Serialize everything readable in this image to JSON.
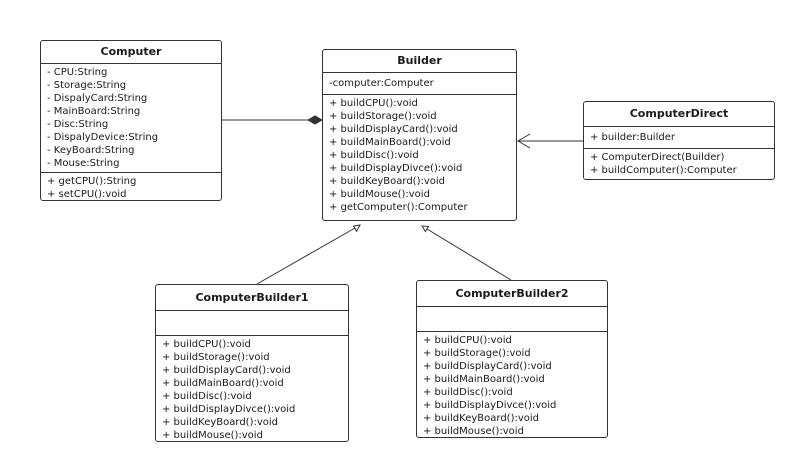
{
  "classes": {
    "computer": {
      "name": "Computer",
      "attributes": [
        "- CPU:String",
        "- Storage:String",
        "- DispalyCard:String",
        "- MainBoard:String",
        "- Disc:String",
        "- DispalyDevice:String",
        "- KeyBoard:String",
        "- Mouse:String"
      ],
      "methods": [
        "+ getCPU():String",
        "+ setCPU():void"
      ]
    },
    "builder": {
      "name": "Builder",
      "attributes": [
        "-computer:Computer"
      ],
      "methods": [
        "+ buildCPU():void",
        "+ buildStorage():void",
        "+ buildDisplayCard():void",
        "+ buildMainBoard():void",
        "+ buildDisc():void",
        "+ buildDisplayDivce():void",
        "+ buildKeyBoard():void",
        "+ buildMouse():void",
        "+ getComputer():Computer"
      ]
    },
    "computer_direct": {
      "name": "ComputerDirect",
      "attributes": [
        "+ builder:Builder"
      ],
      "methods": [
        "+ ComputerDirect(Builder)",
        "+ buildComputer():Computer"
      ]
    },
    "computer_builder1": {
      "name": "ComputerBuilder1",
      "attributes": [],
      "methods": [
        "+ buildCPU():void",
        "+ buildStorage():void",
        "+ buildDisplayCard():void",
        "+ buildMainBoard():void",
        "+ buildDisc():void",
        "+ buildDisplayDivce():void",
        "+ buildKeyBoard():void",
        "+ buildMouse():void"
      ]
    },
    "computer_builder2": {
      "name": "ComputerBuilder2",
      "attributes": [],
      "methods": [
        "+ buildCPU():void",
        "+ buildStorage():void",
        "+ buildDisplayCard():void",
        "+ buildMainBoard():void",
        "+ buildDisc():void",
        "+ buildDisplayDivce():void",
        "+ buildKeyBoard():void",
        "+ buildMouse():void"
      ]
    }
  },
  "relations": [
    {
      "type": "composition",
      "from": "builder",
      "to": "computer"
    },
    {
      "type": "association",
      "from": "computer_direct",
      "to": "builder"
    },
    {
      "type": "inheritance",
      "from": "computer_builder1",
      "to": "builder"
    },
    {
      "type": "inheritance",
      "from": "computer_builder2",
      "to": "builder"
    }
  ],
  "colors": {
    "stroke": "#333333",
    "background": "#ffffff"
  }
}
